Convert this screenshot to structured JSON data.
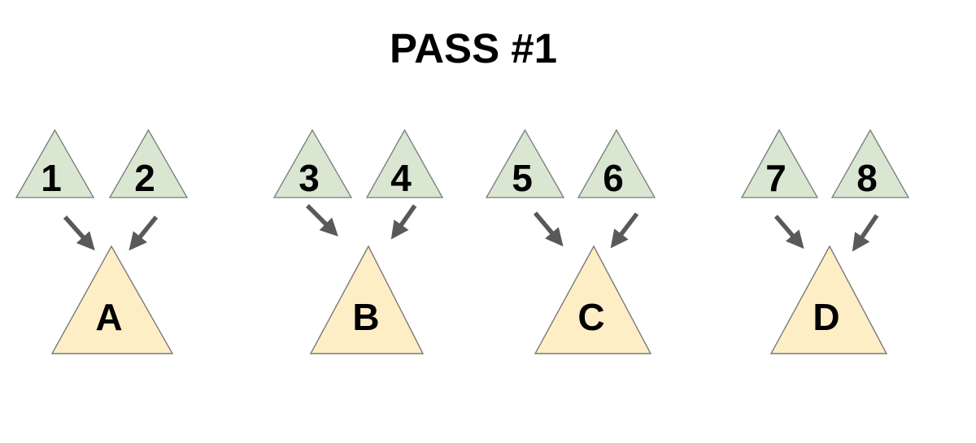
{
  "title": "PASS #1",
  "colors": {
    "input_fill": "#d9e7d2",
    "output_fill": "#fdeec6",
    "outline": "#7a7a7a",
    "arrow": "#595959",
    "text": "#000000",
    "background": "#ffffff"
  },
  "groups": [
    {
      "output": "A",
      "inputs": [
        "1",
        "2"
      ]
    },
    {
      "output": "B",
      "inputs": [
        "3",
        "4"
      ]
    },
    {
      "output": "C",
      "inputs": [
        "5",
        "6"
      ]
    },
    {
      "output": "D",
      "inputs": [
        "7",
        "8"
      ]
    }
  ]
}
